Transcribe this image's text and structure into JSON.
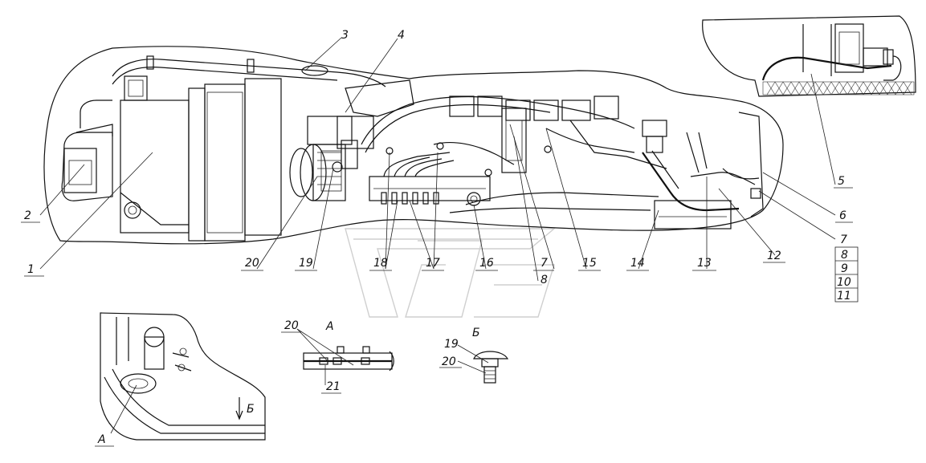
{
  "callouts": {
    "n1": "1",
    "n2": "2",
    "n3": "3",
    "n4": "4",
    "n5": "5",
    "n6": "6",
    "n7": "7",
    "n8": "8",
    "n9": "9",
    "n10": "10",
    "n11": "11",
    "n12": "12",
    "n13": "13",
    "n14": "14",
    "n15": "15",
    "n16": "16",
    "n17": "17",
    "n18": "18",
    "n19": "19",
    "n20": "20",
    "n21": "21",
    "n7b": "7",
    "n8b": "8"
  },
  "views": {
    "view_a_title": "А",
    "view_a_ref": "А",
    "view_b_title": "Б",
    "view_b_ref": "Б",
    "view_a_n20": "20",
    "view_a_n21": "21",
    "view_b_n19": "19",
    "view_b_n20": "20"
  }
}
